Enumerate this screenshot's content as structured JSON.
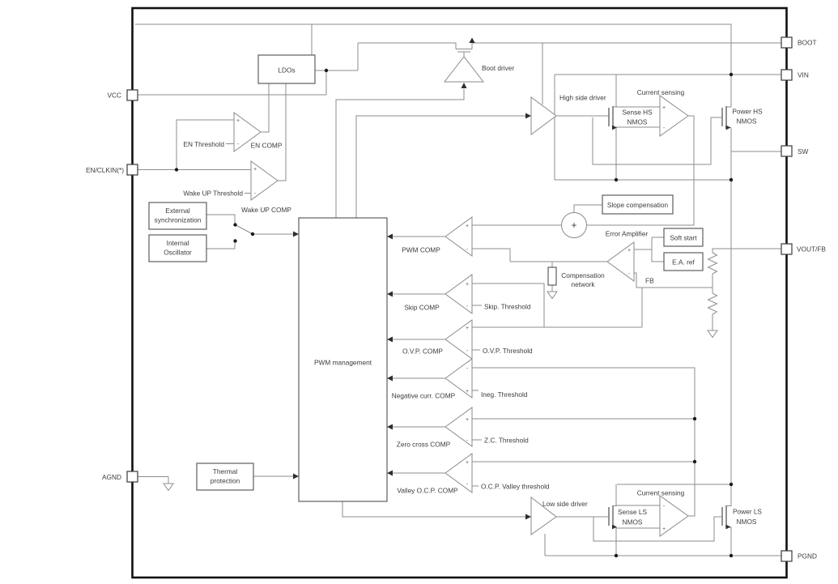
{
  "colors": {
    "background": "#ffffff",
    "wire": "#8c8c8c",
    "block_border": "#4f4f4f",
    "chip_border": "#111111",
    "text": "#3c3c3c",
    "junction_dot": "#1a1a1a"
  },
  "pins": {
    "left": [
      {
        "label": "VCC"
      },
      {
        "label": "EN/CLKIN(*)"
      },
      {
        "label": "AGND"
      }
    ],
    "right": [
      {
        "label": "BOOT"
      },
      {
        "label": "VIN"
      },
      {
        "label": "SW"
      },
      {
        "label": "VOUT/FB"
      },
      {
        "label": "PGND"
      }
    ]
  },
  "blocks": {
    "ldos": "LDOs",
    "ext_sync": [
      "External",
      "synchronization"
    ],
    "int_osc": [
      "Internal",
      "Oscillator"
    ],
    "thermal": [
      "Thermal",
      "protection"
    ],
    "pwm_management": "PWM management",
    "slope_comp": "Slope compensation",
    "soft_start": "Soft start",
    "ea_ref": "E.A. ref",
    "comp_network": [
      "Compensation",
      "network"
    ]
  },
  "amps": {
    "en_comp": "EN COMP",
    "wake_comp": "Wake UP COMP",
    "pwm_comp": "PWM COMP",
    "skip_comp": "Skip COMP",
    "ovp_comp": "O.V.P. COMP",
    "neg_curr_comp": "Negative curr. COMP",
    "zero_cross_comp": "Zero cross COMP",
    "valley_ocp_comp": "Valley O.C.P. COMP",
    "error_amp": "Error Amplifier",
    "boot_driver": "Boot driver",
    "high_side_driver": "High side driver",
    "low_side_driver": "Low side driver",
    "current_sensing_hs": "Current sensing",
    "current_sensing_ls": "Current sensing"
  },
  "thresholds": {
    "en": "EN Threshold",
    "wake": "Wake UP Threshold",
    "skip": "Skip. Threshold",
    "ovp": "O.V.P. Threshold",
    "ineg": "Ineg. Threshold",
    "zc": "Z.C. Threshold",
    "ocp_valley": "O.C.P. Valley threshold"
  },
  "mosfets": {
    "sense_hs": [
      "Sense HS",
      "NMOS"
    ],
    "power_hs": [
      "Power HS",
      "NMOS"
    ],
    "sense_ls": [
      "Sense LS",
      "NMOS"
    ],
    "power_ls": [
      "Power LS",
      "NMOS"
    ]
  },
  "nets": {
    "fb": "FB"
  },
  "signs": {
    "plus": "+",
    "minus": "-"
  }
}
